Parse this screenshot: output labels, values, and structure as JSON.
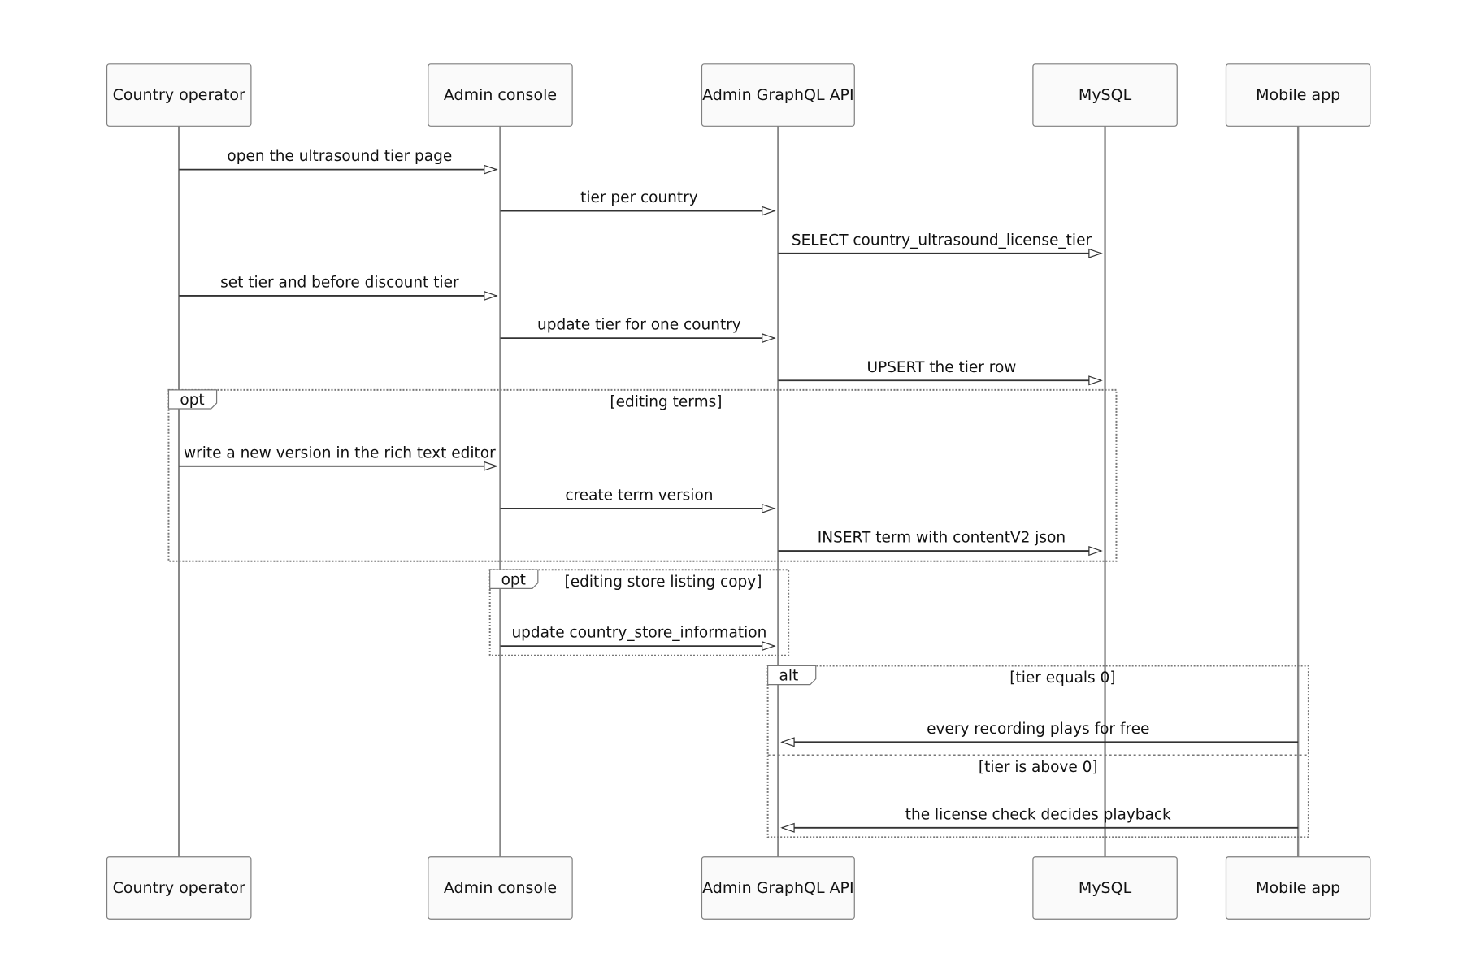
{
  "participants": [
    {
      "id": "operator",
      "label": "Country operator"
    },
    {
      "id": "console",
      "label": "Admin console"
    },
    {
      "id": "api",
      "label": "Admin GraphQL API"
    },
    {
      "id": "mysql",
      "label": "MySQL"
    },
    {
      "id": "mobile",
      "label": "Mobile app"
    }
  ],
  "messages": [
    {
      "from": "operator",
      "to": "console",
      "text": "open the ultrasound tier page"
    },
    {
      "from": "console",
      "to": "api",
      "text": "tier per country"
    },
    {
      "from": "api",
      "to": "mysql",
      "text": "SELECT country_ultrasound_license_tier"
    },
    {
      "from": "operator",
      "to": "console",
      "text": "set tier and before discount tier"
    },
    {
      "from": "console",
      "to": "api",
      "text": "update tier for one country"
    },
    {
      "from": "api",
      "to": "mysql",
      "text": "UPSERT the tier row"
    },
    {
      "from": "operator",
      "to": "console",
      "text": "write a new version in the rich text editor"
    },
    {
      "from": "console",
      "to": "api",
      "text": "create term version"
    },
    {
      "from": "api",
      "to": "mysql",
      "text": "INSERT term with contentV2 json"
    },
    {
      "from": "console",
      "to": "api",
      "text": "update country_store_information"
    },
    {
      "from": "mobile",
      "to": "api",
      "text": "every recording plays for free"
    },
    {
      "from": "mobile",
      "to": "api",
      "text": "the license check decides playback"
    }
  ],
  "fragments": [
    {
      "keyword": "opt",
      "sections": [
        {
          "condition": "[editing terms]"
        }
      ]
    },
    {
      "keyword": "opt",
      "sections": [
        {
          "condition": "[editing store listing copy]"
        }
      ]
    },
    {
      "keyword": "alt",
      "sections": [
        {
          "condition": "[tier equals 0]"
        },
        {
          "condition": "[tier is above 0]"
        }
      ]
    }
  ]
}
